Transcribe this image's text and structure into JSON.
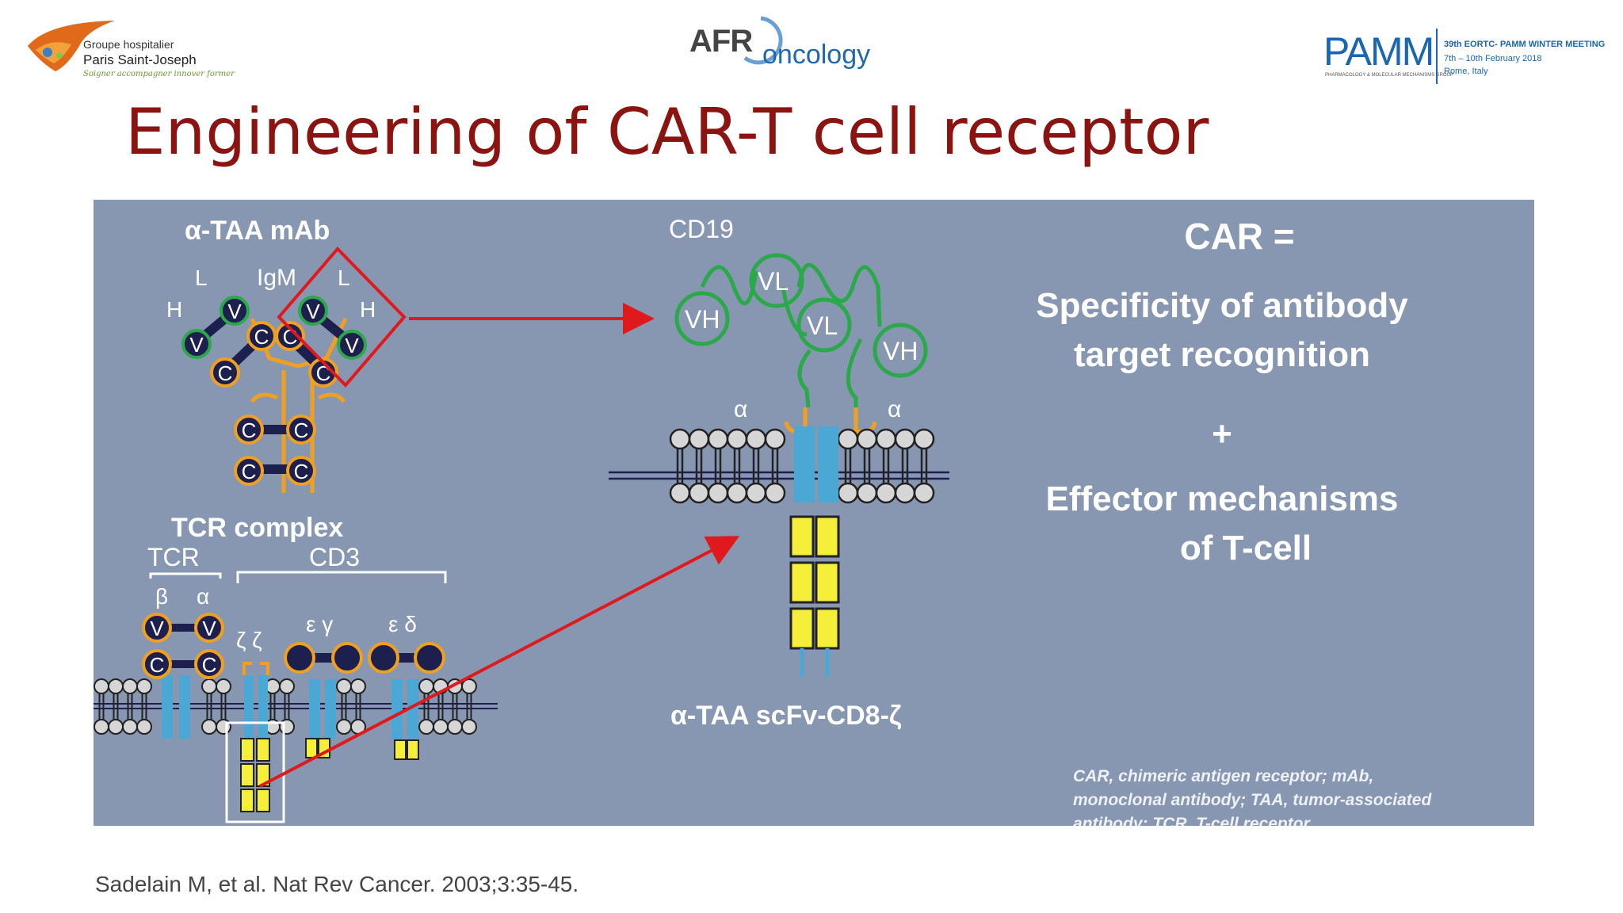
{
  "header": {
    "logo_left": {
      "line1": "Groupe hospitalier",
      "line2": "Paris Saint-Joseph",
      "tagline": "Soigner accompagner innover former"
    },
    "logo_center": {
      "part1": "AFR",
      "part2": "oncology"
    },
    "logo_right": {
      "brand": "PAMM",
      "subtitle": "PHARMACOLOGY & MOLECULAR MECHANISMS GROUP",
      "event": "39th EORTC- PAMM WINTER MEETING",
      "dates": "7th – 10th February 2018",
      "place": "Rome, Italy"
    }
  },
  "title": "Engineering of CAR-T cell receptor",
  "diagram": {
    "antibody": {
      "heading": "α-TAA mAb",
      "isotype": "IgM",
      "label_L": "L",
      "label_H": "H",
      "label_V": "V",
      "label_C": "C"
    },
    "tcr_complex": {
      "heading": "TCR complex",
      "tcr_label": "TCR",
      "cd3_label": "CD3",
      "beta": "β",
      "alpha": "α",
      "zeta_zeta": "ζ ζ",
      "epsilon_gamma": "ε γ",
      "epsilon_delta": "ε δ"
    },
    "car": {
      "heading": "CD19",
      "vh1": "VH",
      "vl1": "VL",
      "vl2": "VL",
      "vh2": "VH",
      "alpha_left": "α",
      "alpha_right": "α",
      "caption": "α-TAA scFv-CD8-ζ"
    },
    "summary": {
      "line1": "CAR =",
      "line2": "Specificity of antibody",
      "line3": "target recognition",
      "plus": "+",
      "line4": "Effector mechanisms",
      "line5": "of T-cell"
    },
    "footnote": {
      "line1": "CAR, chimeric antigen receptor; mAb,",
      "line2": "monoclonal antibody; TAA, tumor-associated",
      "line3": "antibody; TCR, T-cell receptor"
    }
  },
  "colors": {
    "title": "#8b1310",
    "panel": "#8797b1",
    "navy": "#1d1f4e",
    "orange": "#f0a020",
    "green": "#2aa84a",
    "yellow": "#f6ef3a",
    "teal": "#4ba7d3",
    "arrow": "#e0191c"
  },
  "citation": "Sadelain M, et al. Nat Rev Cancer. 2003;3:35-45."
}
